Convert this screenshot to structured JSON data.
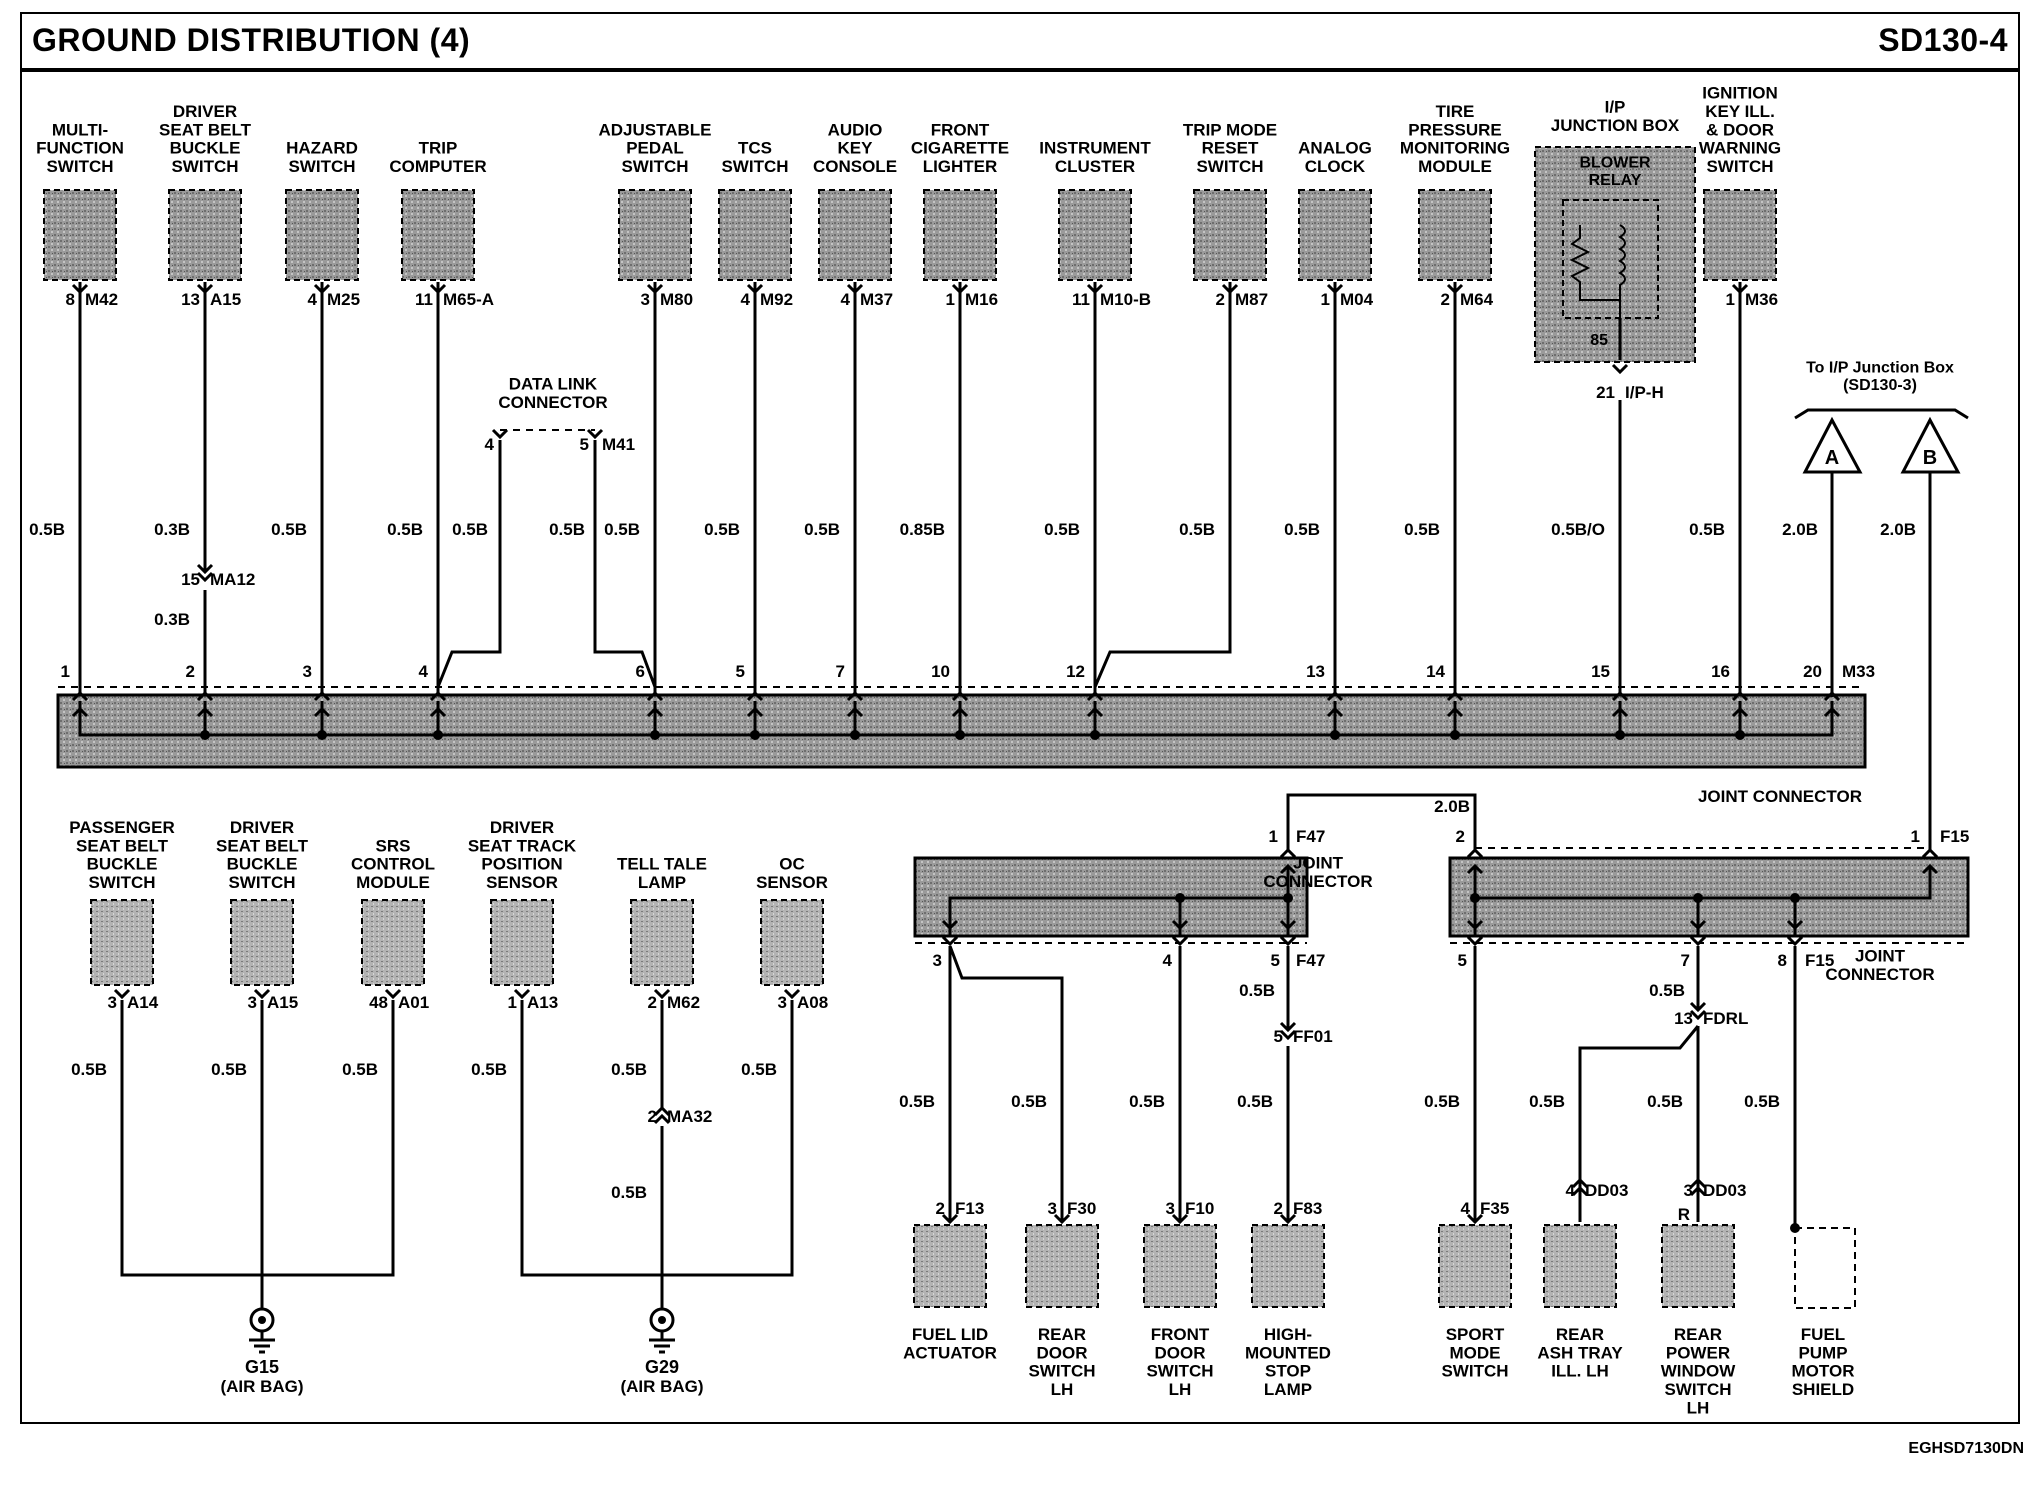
{
  "header": {
    "title": "GROUND DISTRIBUTION (4)",
    "page_code": "SD130-4"
  },
  "footer": {
    "code": "EGHSD7130DN"
  },
  "top_components": [
    {
      "name": "MULTI-\nFUNCTION\nSWITCH",
      "pin": "8",
      "connector": "M42",
      "wire": "0.5B",
      "junction_pin": "1"
    },
    {
      "name": "DRIVER\nSEAT BELT\nBUCKLE\nSWITCH",
      "pin": "13",
      "connector": "A15",
      "wire": "0.3B",
      "junction_pin": "2"
    },
    {
      "name": "HAZARD\nSWITCH",
      "pin": "4",
      "connector": "M25",
      "wire": "0.5B",
      "junction_pin": "3"
    },
    {
      "name": "TRIP\nCOMPUTER",
      "pin": "11",
      "connector": "M65-A",
      "wire": "0.5B",
      "junction_pin": "4"
    },
    {
      "name": "ADJUSTABLE\nPEDAL\nSWITCH",
      "pin": "3",
      "connector": "M80",
      "wire": "0.5B",
      "junction_pin": "6"
    },
    {
      "name": "TCS\nSWITCH",
      "pin": "4",
      "connector": "M92",
      "wire": "0.5B",
      "junction_pin": "5"
    },
    {
      "name": "AUDIO\nKEY\nCONSOLE",
      "pin": "4",
      "connector": "M37",
      "wire": "0.5B",
      "junction_pin": "7"
    },
    {
      "name": "FRONT\nCIGARETTE\nLIGHTER",
      "pin": "1",
      "connector": "M16",
      "wire": "0.85B",
      "junction_pin": "10"
    },
    {
      "name": "INSTRUMENT\nCLUSTER",
      "pin": "11",
      "connector": "M10-B",
      "wire": "0.5B",
      "junction_pin": "12"
    },
    {
      "name": "TRIP MODE\nRESET\nSWITCH",
      "pin": "2",
      "connector": "M87",
      "wire": "0.5B"
    },
    {
      "name": "ANALOG\nCLOCK",
      "pin": "1",
      "connector": "M04",
      "wire": "0.5B",
      "junction_pin": "13"
    },
    {
      "name": "TIRE\nPRESSURE\nMONITORING\nMODULE",
      "pin": "2",
      "connector": "M64",
      "wire": "0.5B",
      "junction_pin": "14"
    },
    {
      "name": "I/P\nJUNCTION BOX",
      "inner": "BLOWER\nRELAY",
      "relay_pin": "85",
      "pin": "21",
      "connector": "I/P-H",
      "wire": "0.5B/O",
      "junction_pin": "15"
    },
    {
      "name": "IGNITION\nKEY ILL.\n& DOOR\nWARNING\nSWITCH",
      "pin": "1",
      "connector": "M36",
      "wire": "0.5B",
      "junction_pin": "16"
    }
  ],
  "data_link": {
    "name": "DATA LINK\nCONNECTOR",
    "pins": [
      "4",
      "5"
    ],
    "connector": "M41",
    "wires": [
      "0.5B",
      "0.5B"
    ]
  },
  "inline_ma12": {
    "pin": "15",
    "connector": "MA12",
    "wire_below": "0.3B"
  },
  "joint_main": {
    "label": "JOINT CONNECTOR",
    "connector": "M33",
    "pin": "20",
    "wire": "2.0B"
  },
  "junction_box_ref": {
    "label": "To I/P Junction Box\n(SD130-3)",
    "a": "A",
    "b": "B",
    "wire_b": "2.0B"
  },
  "bottom_left_components": [
    {
      "name": "PASSENGER\nSEAT BELT\nBUCKLE\nSWITCH",
      "pin": "3",
      "connector": "A14",
      "wire": "0.5B"
    },
    {
      "name": "DRIVER\nSEAT BELT\nBUCKLE\nSWITCH",
      "pin": "3",
      "connector": "A15",
      "wire": "0.5B"
    },
    {
      "name": "SRS\nCONTROL\nMODULE",
      "pin": "48",
      "connector": "A01",
      "wire": "0.5B"
    },
    {
      "name": "DRIVER\nSEAT TRACK\nPOSITION\nSENSOR",
      "pin": "1",
      "connector": "A13",
      "wire": "0.5B"
    },
    {
      "name": "TELL TALE\nLAMP",
      "pin": "2",
      "connector": "M62",
      "wire": "0.5B"
    },
    {
      "name": "OC\nSENSOR",
      "pin": "3",
      "connector": "A08",
      "wire": "0.5B"
    }
  ],
  "inline_ma32": {
    "pin": "2",
    "connector": "MA32",
    "wire_below": "0.5B"
  },
  "grounds": [
    {
      "name": "G15",
      "note": "(AIR BAG)"
    },
    {
      "name": "G29",
      "note": "(AIR BAG)"
    }
  ],
  "joint_f47": {
    "label": "JOINT\nCONNECTOR",
    "connector": "F47",
    "in_pin": "1",
    "out_pins": [
      "3",
      "4",
      "5"
    ],
    "link_wire": "2.0B"
  },
  "joint_f15": {
    "label": "JOINT\nCONNECTOR",
    "connector": "F15",
    "in_pins": [
      "1",
      "2"
    ],
    "out_pins": [
      "5",
      "7",
      "8"
    ]
  },
  "inline_ff01": {
    "pin": "5",
    "connector": "FF01",
    "wire_above": "0.5B"
  },
  "inline_fdrl": {
    "pin": "13",
    "connector": "FDRL",
    "wire_above": "0.5B"
  },
  "bottom_right_components": [
    {
      "name": "FUEL LID\nACTUATOR",
      "pin": "2",
      "connector": "F13",
      "wire": "0.5B"
    },
    {
      "name": "REAR\nDOOR\nSWITCH\nLH",
      "pin": "3",
      "connector": "F30",
      "wire": "0.5B"
    },
    {
      "name": "FRONT\nDOOR\nSWITCH\nLH",
      "pin": "3",
      "connector": "F10",
      "wire": "0.5B"
    },
    {
      "name": "HIGH-\nMOUNTED\nSTOP\nLAMP",
      "pin": "2",
      "connector": "F83",
      "wire": "0.5B"
    },
    {
      "name": "SPORT\nMODE\nSWITCH",
      "pin": "4",
      "connector": "F35",
      "wire": "0.5B"
    },
    {
      "name": "REAR\nASH TRAY\nILL. LH",
      "pin": "4",
      "connector": "DD03",
      "wire": "0.5B"
    },
    {
      "name": "REAR\nPOWER\nWINDOW\nSWITCH\nLH",
      "pin": "3",
      "connector": "DD03",
      "extra": "R",
      "wire": "0.5B"
    },
    {
      "name": "FUEL\nPUMP\nMOTOR\nSHIELD",
      "wire": "0.5B"
    }
  ]
}
